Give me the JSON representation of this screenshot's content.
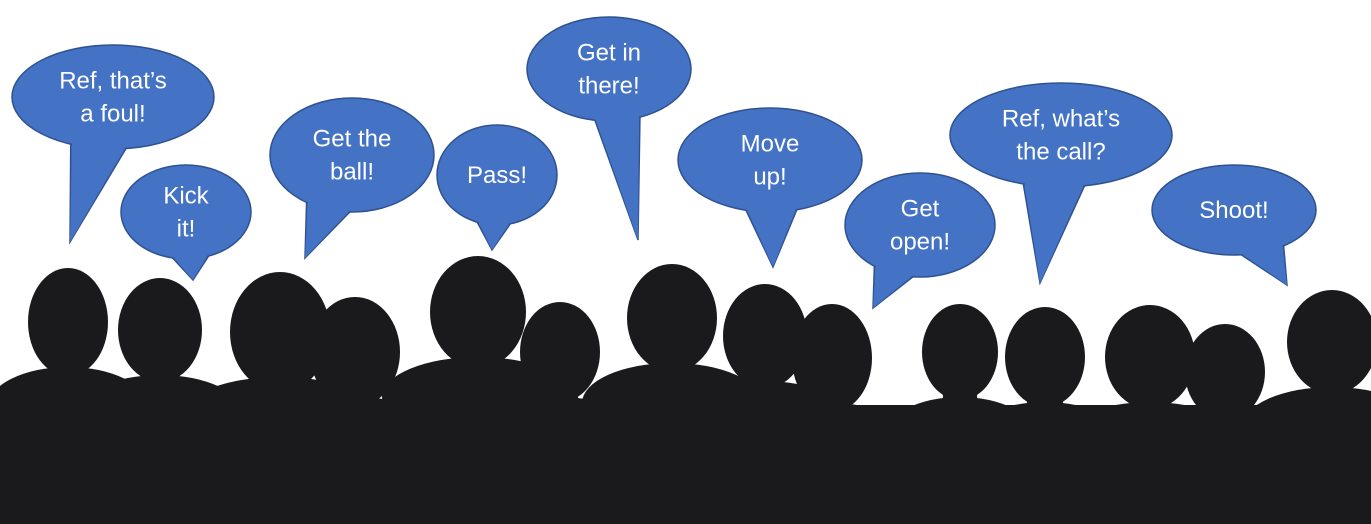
{
  "colors": {
    "bubble_fill": "#4472C4",
    "bubble_stroke": "#2F528F",
    "silhouette": "#1A1A1C",
    "text": "#FFFFFF"
  },
  "bubbles": [
    {
      "lines": [
        "Ref, that’s",
        "a foul!"
      ]
    },
    {
      "lines": [
        "Kick",
        "it!"
      ]
    },
    {
      "lines": [
        "Get the",
        "ball!"
      ]
    },
    {
      "lines": [
        "Pass!"
      ]
    },
    {
      "lines": [
        "Get in",
        "there!"
      ]
    },
    {
      "lines": [
        "Move",
        "up!"
      ]
    },
    {
      "lines": [
        "Get",
        "open!"
      ]
    },
    {
      "lines": [
        "Ref, what’s",
        "the call?"
      ]
    },
    {
      "lines": [
        "Shoot!"
      ]
    }
  ]
}
